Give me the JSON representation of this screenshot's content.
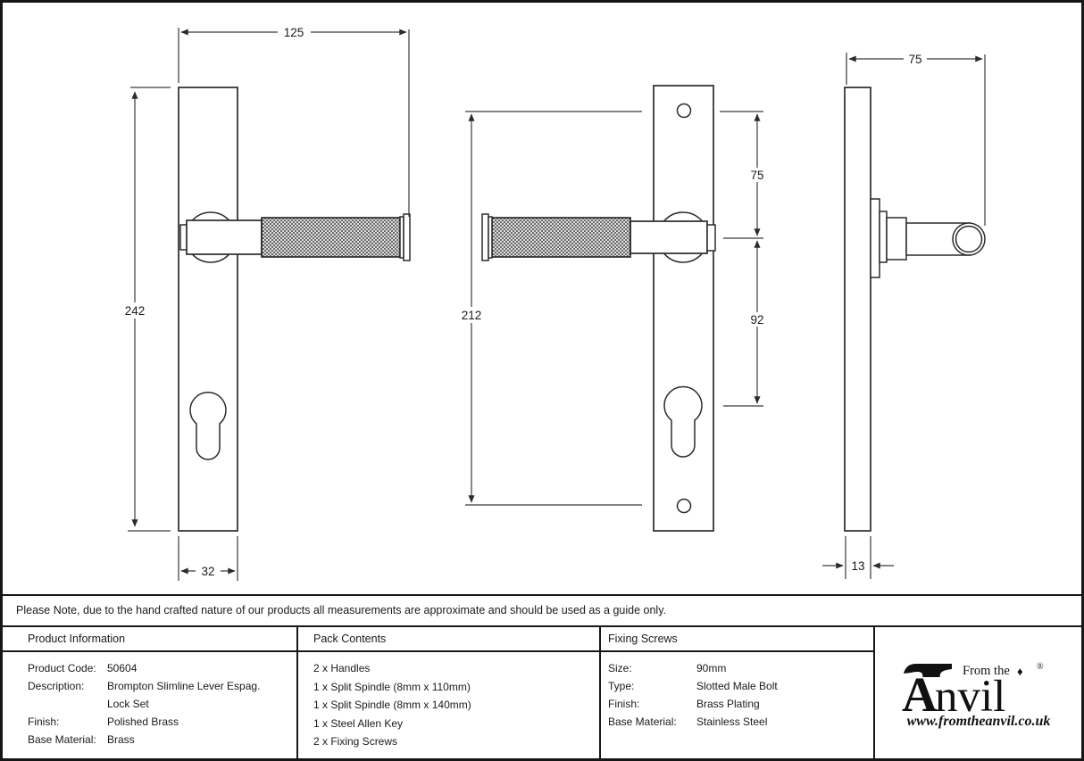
{
  "note": {
    "text": "Please Note, due to the hand crafted nature of our products all measurements are approximate and should be used as a guide only."
  },
  "dimensions": {
    "front": {
      "width": "125",
      "height": "242",
      "plate_width": "32"
    },
    "rear": {
      "fixing_centres": "212",
      "top_to_handle": "75",
      "handle_to_cylinder": "92"
    },
    "side": {
      "projection": "75",
      "plate_thickness": "13"
    }
  },
  "table": {
    "product_information": {
      "title": "Product Information",
      "rows": [
        {
          "label": "Product Code:",
          "value": "50604"
        },
        {
          "label": "Description:",
          "value": "Brompton Slimline Lever Espag. Lock Set"
        },
        {
          "label": "Finish:",
          "value": "Polished Brass"
        },
        {
          "label": "Base Material:",
          "value": "Brass"
        }
      ]
    },
    "pack_contents": {
      "title": "Pack Contents",
      "items": [
        "2 x Handles",
        "1 x Split Spindle (8mm x 110mm)",
        "1 x Split Spindle (8mm x 140mm)",
        "1 x Steel Allen Key",
        "2 x Fixing Screws"
      ]
    },
    "fixing_screws": {
      "title": "Fixing Screws",
      "rows": [
        {
          "label": "Size:",
          "value": "90mm"
        },
        {
          "label": "Type:",
          "value": "Slotted Male Bolt"
        },
        {
          "label": "Finish:",
          "value": "Brass Plating"
        },
        {
          "label": "Base Material:",
          "value": "Stainless Steel"
        }
      ]
    }
  },
  "logo": {
    "letter_a": "A",
    "name_rest": "nvil",
    "from_the": "From the",
    "diamond": "♦",
    "registered": "®",
    "website": "www.fromtheanvil.co.uk"
  }
}
